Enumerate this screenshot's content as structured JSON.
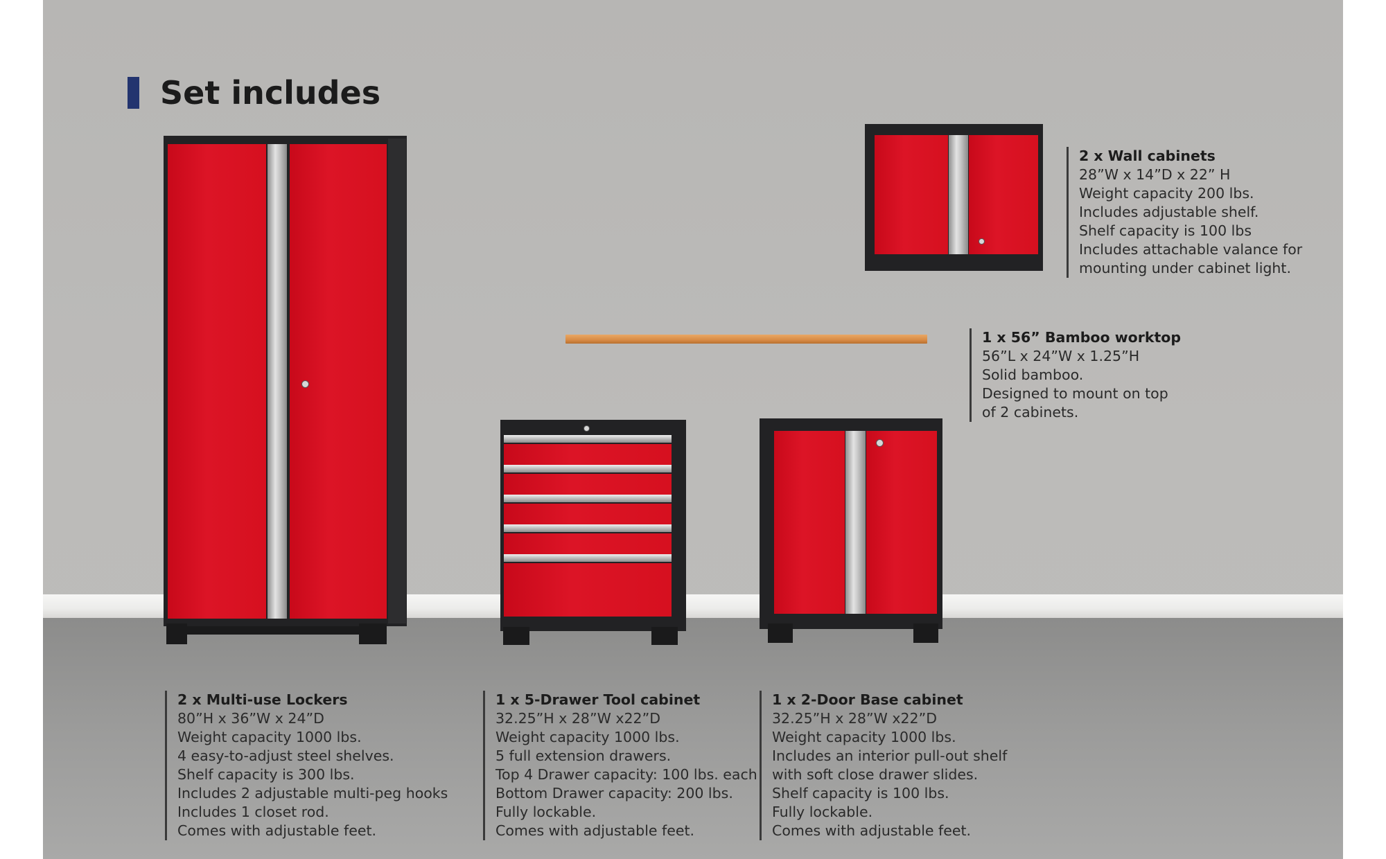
{
  "title": "Set includes",
  "colors": {
    "accent": "#23346f",
    "cabinet_red": "#d6101f",
    "cabinet_frame": "#222224",
    "worktop": "#d88b45"
  },
  "products": {
    "lockers": {
      "heading": "2 x Multi-use Lockers",
      "lines": [
        "80”H x 36”W x 24”D",
        "Weight capacity 1000 lbs.",
        "4 easy-to-adjust steel shelves.",
        "Shelf capacity is 300 lbs.",
        "Includes 2 adjustable multi-peg hooks",
        "Includes 1 closet rod.",
        "Comes with adjustable feet."
      ]
    },
    "tool_cabinet": {
      "heading": "1 x 5-Drawer Tool cabinet",
      "lines": [
        "32.25”H x 28”W x22”D",
        "Weight capacity 1000 lbs.",
        "5 full extension drawers.",
        "Top 4 Drawer capacity: 100 lbs. each",
        "Bottom Drawer capacity: 200 lbs.",
        "Fully lockable.",
        "Comes with adjustable feet."
      ]
    },
    "base_cabinet": {
      "heading": "1 x 2-Door Base cabinet",
      "lines": [
        "32.25”H x 28”W x22”D",
        "Weight capacity 1000 lbs.",
        "Includes an interior pull-out shelf",
        "with soft close drawer slides.",
        "Shelf capacity is 100 lbs.",
        "Fully lockable.",
        "Comes with adjustable feet."
      ]
    },
    "wall_cabinets": {
      "heading": "2 x Wall cabinets",
      "lines": [
        "28”W x 14”D x 22” H",
        "Weight capacity 200 lbs.",
        "Includes adjustable shelf.",
        "Shelf capacity is 100 lbs",
        "Includes attachable valance for",
        "mounting under cabinet light."
      ]
    },
    "worktop": {
      "heading": "1 x 56” Bamboo worktop",
      "lines": [
        "56”L x 24”W x 1.25”H",
        "Solid bamboo.",
        "Designed to mount on top",
        "of 2 cabinets."
      ]
    }
  }
}
